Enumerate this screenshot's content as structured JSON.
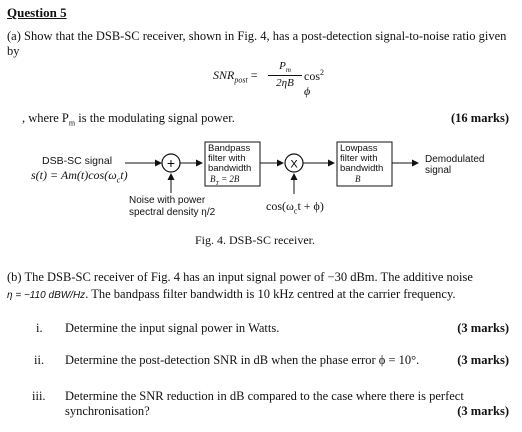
{
  "question": {
    "title": "Question 5"
  },
  "part_a": {
    "text": "(a) Show that the DSB-SC receiver, shown in Fig. 4, has a post-detection signal-to-noise ratio given by",
    "formula": {
      "lhs": "SNR",
      "lhs_sub": "post",
      "eq": "=",
      "numerator": "P",
      "numerator_sub": "m",
      "denominator": "2ηB",
      "rhs": "cos",
      "rhs_sup": "2",
      "rhs_var": "ϕ"
    },
    "where_text": ", where P",
    "where_sub": "m",
    "where_rest": " is the modulating signal power.",
    "marks": "(16 marks)"
  },
  "diagram": {
    "input_label": "DSB-SC signal",
    "input_expr": "s(t) = Am(t)cos(ω",
    "input_expr_sub": "c",
    "input_expr_end": "t)",
    "adder_symbol": "+",
    "noise_label_1": "Noise with power",
    "noise_label_2": "spectral density η/2",
    "bpf_lines": [
      "Bandpass",
      "filter with",
      "bandwidth",
      "B"
    ],
    "bpf_sub": "T",
    "bpf_eq": " = 2B",
    "mixer_symbol": "X",
    "lo_label": "cos(ω",
    "lo_sub": "c",
    "lo_end": "t + ϕ)",
    "lpf_lines": [
      "Lowpass",
      "filter with",
      "bandwidth",
      "B"
    ],
    "output_label_1": "Demodulated",
    "output_label_2": "signal"
  },
  "figure_caption": "Fig. 4. DSB-SC receiver.",
  "part_b": {
    "text_1": "(b) The DSB-SC receiver of Fig. 4 has an input signal power of −30 dBm. The additive noise",
    "text_2_eta": "η = −110 dBW/Hz",
    "text_2_rest": ". The bandpass filter bandwidth is 10 kHz centred at the carrier frequency.",
    "items": [
      {
        "num": "i.",
        "text": "Determine the input signal power in Watts.",
        "marks": "(3 marks)"
      },
      {
        "num": "ii.",
        "text": "Determine the post-detection SNR in dB when the phase error ϕ = 10°.",
        "marks": "(3 marks)"
      },
      {
        "num": "iii.",
        "text_1": "Determine the SNR reduction in dB compared to the case where there is perfect",
        "text_2": "synchronisation?",
        "marks": "(3 marks)"
      }
    ]
  }
}
